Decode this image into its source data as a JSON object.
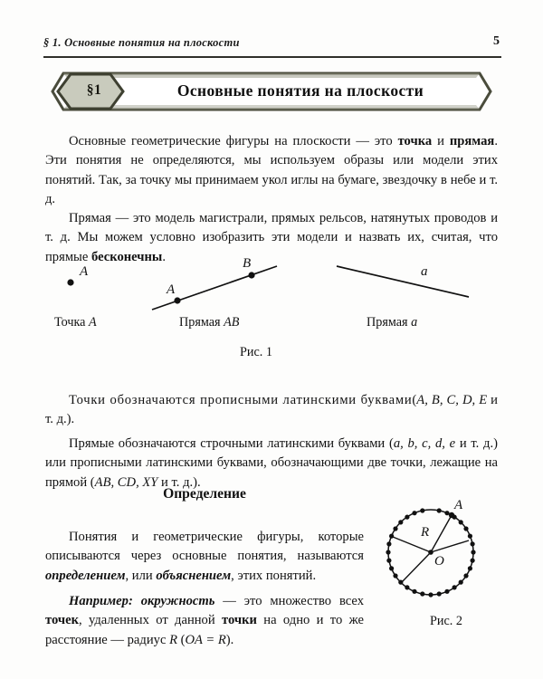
{
  "page": {
    "number": "5",
    "running_head": "§ 1. Основные понятия на плоскости"
  },
  "banner": {
    "section_number": "§1",
    "title": "Основные понятия на плоскости",
    "fill_color": "#c9cbbd",
    "border_color": "#4a4c3c",
    "inner_fill": "#ffffff"
  },
  "paragraphs": {
    "p1_seg1": "Основные геометрические фигуры на плоскости — это ",
    "p1_bold1": "точка",
    "p1_seg2": " и ",
    "p1_bold2": "прямая",
    "p1_seg3": ". Эти понятия не определяются, мы используем образы или модели этих понятий. Так, за точку мы принимаем укол иглы на бумаге, звездочку в небе и т. д.",
    "p2_seg1": "Прямая — это модель магистрали, прямых рельсов, натянутых проводов и т. д. Мы можем условно изобразить эти модели и назвать их, считая, что прямые ",
    "p2_bold1": "бесконечны",
    "p2_seg2": ".",
    "p3_line1": "Точки обозначаются прописными латинскими буквами",
    "p3_line2_a": "(",
    "p3_line2_italic": "A, B, C, D, E",
    "p3_line2_b": " и т. д.).",
    "p4_seg1": "Прямые обозначаются строчными латинскими буквами (",
    "p4_italic1": "a, b, c, d, e",
    "p4_seg2": " и т. д.) или прописными латинскими буквами, обозначающими две точки, лежащие на прямой (",
    "p4_italic2": "AB, CD, XY",
    "p4_seg3": " и т. д.).",
    "p5_seg1": "Понятия и геометрические фигуры, которые описываются через основные понятия, называются ",
    "p5_bi1": "определением",
    "p5_seg2": ", или ",
    "p5_bi2": "объяснением",
    "p5_seg3": ", этих понятий.",
    "p6_bi1": "Например: окружность",
    "p6_seg1": " — это множество всех ",
    "p6_bold1": "точек",
    "p6_seg2": ", удаленных от данной ",
    "p6_bold2": "точки",
    "p6_seg3": " на одно и то же расстояние — радиус ",
    "p6_italic1": "R",
    "p6_seg4": " (",
    "p6_italic2": "OA = R",
    "p6_seg5": ")."
  },
  "definition_heading": "Определение",
  "figure1": {
    "caption": "Рис. 1",
    "items": [
      {
        "label_point": "A",
        "caption_prefix": "Точка ",
        "caption_italic": "A"
      },
      {
        "label_point_a": "A",
        "label_point_b": "B",
        "caption_prefix": "Прямая ",
        "caption_italic": "AB"
      },
      {
        "label_line": "a",
        "caption_prefix": "Прямая ",
        "caption_italic": "a"
      }
    ]
  },
  "figure2": {
    "caption": "Рис. 2",
    "center_label": "O",
    "point_label": "A",
    "radius_label": "R",
    "dot_count": 32
  }
}
